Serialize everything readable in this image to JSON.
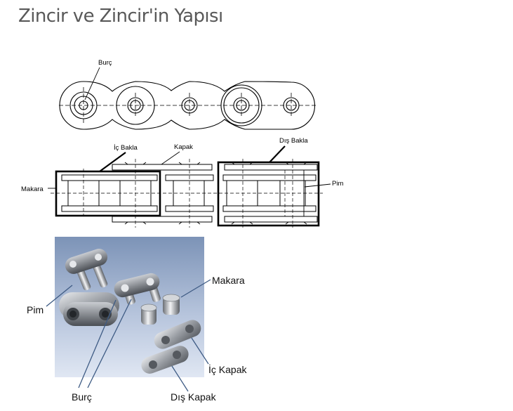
{
  "title": "Zincir ve Zincir'in Yapısı",
  "side_view": {
    "labels": {
      "burc": "Burç"
    }
  },
  "top_view": {
    "labels": {
      "ic_bakla": "İç Bakla",
      "kapak": "Kapak",
      "dis_bakla": "Dış Bakla",
      "makara": "Makara",
      "pim": "Pim"
    }
  },
  "exploded_view": {
    "labels": {
      "makara": "Makara",
      "pim": "Pim",
      "ic_kapak": "İç Kapak",
      "burc": "Burç",
      "dis_kapak": "Dış Kapak"
    },
    "colors": {
      "background_top": "#7c93b7",
      "background_bottom": "#e0e7f3",
      "metal": "#8d9196",
      "leader": "#3e5b84"
    }
  }
}
